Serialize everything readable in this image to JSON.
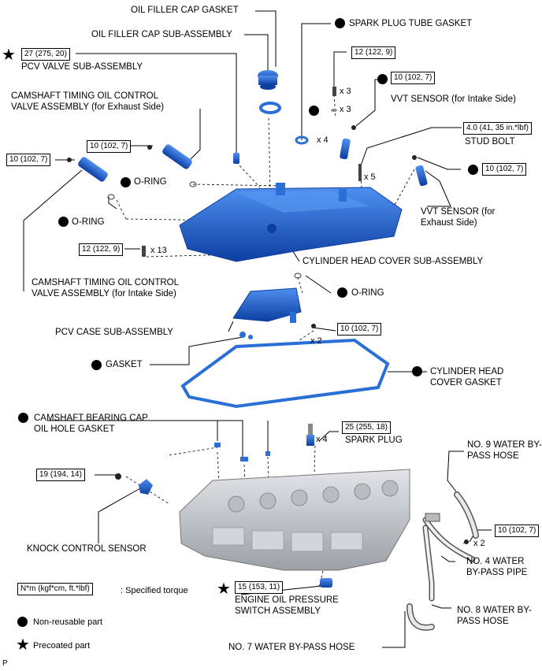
{
  "labels": {
    "oil_filler_cap_gasket": "OIL FILLER CAP GASKET",
    "oil_filler_cap_sub_assembly": "OIL FILLER CAP SUB-ASSEMBLY",
    "spark_plug_tube_gasket": "SPARK PLUG TUBE GASKET",
    "pcv_valve_sub_assembly": "PCV VALVE SUB-ASSEMBLY",
    "camshaft_ocv_exhaust_1": "CAMSHAFT TIMING OIL CONTROL",
    "camshaft_ocv_exhaust_2": "VALVE ASSEMBLY (for Exhaust Side)",
    "vvt_sensor_intake": "VVT SENSOR (for Intake Side)",
    "stud_bolt": "STUD BOLT",
    "o_ring_a": "O-RING",
    "o_ring_b": "O-RING",
    "vvt_sensor_exhaust_1": "VVT SENSOR (for",
    "vvt_sensor_exhaust_2": "Exhaust Side)",
    "cylinder_head_cover_sub_assembly": "CYLINDER HEAD COVER SUB-ASSEMBLY",
    "camshaft_ocv_intake_1": "CAMSHAFT TIMING OIL CONTROL",
    "camshaft_ocv_intake_2": "VALVE ASSEMBLY (for Intake Side)",
    "o_ring_c": "O-RING",
    "pcv_case_sub_assembly": "PCV CASE SUB-ASSEMBLY",
    "gasket": "GASKET",
    "cylinder_head_cover_gasket_1": "CYLINDER HEAD",
    "cylinder_head_cover_gasket_2": "COVER GASKET",
    "camshaft_bearing_cap_1": "CAMSHAFT BEARING CAP",
    "camshaft_bearing_cap_2": "OIL HOLE GASKET",
    "spark_plug": "SPARK PLUG",
    "no9_hose_1": "NO. 9 WATER BY-",
    "no9_hose_2": "PASS HOSE",
    "knock_control_sensor": "KNOCK CONTROL SENSOR",
    "no4_pipe_1": "NO. 4 WATER",
    "no4_pipe_2": "BY-PASS PIPE",
    "engine_oil_pressure_1": "ENGINE OIL PRESSURE",
    "engine_oil_pressure_2": "SWITCH ASSEMBLY",
    "no8_hose_1": "NO. 8 WATER BY-",
    "no8_hose_2": "PASS HOSE",
    "no7_hose": "NO. 7 WATER BY-PASS HOSE",
    "page_id": "P"
  },
  "torques": {
    "pcv_valve": "27 (275, 20)",
    "bolt_122_top": "12 (122, 9)",
    "vvt_intake": "10 (102, 7)",
    "ocv_exhaust": "10 (102, 7)",
    "ocv_intake": "10 (102, 7)",
    "stud_bolt": "4.0 (41, 35 in.*lbf)",
    "vvt_exhaust": "10 (102, 7)",
    "cover_bolts": "12 (122, 9)",
    "pcv_case": "10 (102, 7)",
    "spark_plug": "25 (255, 18)",
    "knock_sensor": "19 (194, 14)",
    "water_pipe": "10 (102, 7)",
    "oil_pressure": "15 (153, 11)"
  },
  "quantities": {
    "x3_bolts": "x 3",
    "x3_gaskets": "x 3",
    "x4_tube_gasket": "x 4",
    "x5_stud": "x 5",
    "x13_bolts": "x 13",
    "x2_pcv_case": "x 2",
    "x4_spark_plug": "x 4",
    "x2_water_pipe": "x 2"
  },
  "legend": {
    "torque_box": "N*m (kgf*cm, ft.*lbf)",
    "torque_text": ": Specified torque",
    "non_reusable": "Non-reusable part",
    "precoated": "Precoated part"
  },
  "colors": {
    "part_blue": "#2a6fd6",
    "part_blue_dark": "#0d3fa0",
    "engine_gray": "#c9ccd0"
  }
}
